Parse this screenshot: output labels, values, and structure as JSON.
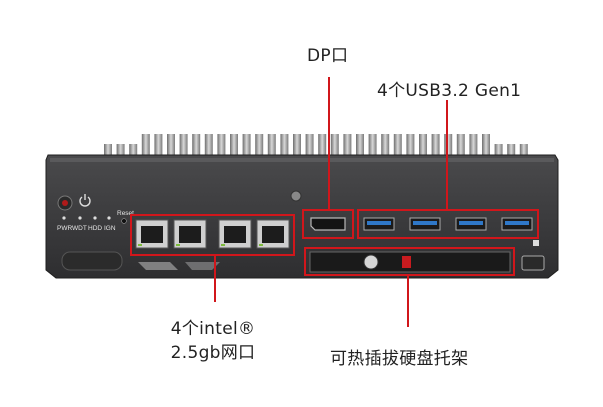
{
  "callouts": {
    "dp_port": "DP口",
    "usb_ports": "4个USB3.2 Gen1",
    "lan_ports_line1": "4个intel®",
    "lan_ports_line2": "2.5gb网口",
    "hdd_tray": "可热插拔硬盘托架"
  },
  "panel_labels": {
    "pwr": "PWR",
    "wdt": "WDT",
    "hdd": "HDD",
    "ign": "IGN",
    "reset": "Reset"
  },
  "colors": {
    "callout_line": "#d1161b",
    "chassis": "#3b3b3d",
    "heatsink": "#9a9a9a",
    "usb_blue": "#2f78c8"
  }
}
